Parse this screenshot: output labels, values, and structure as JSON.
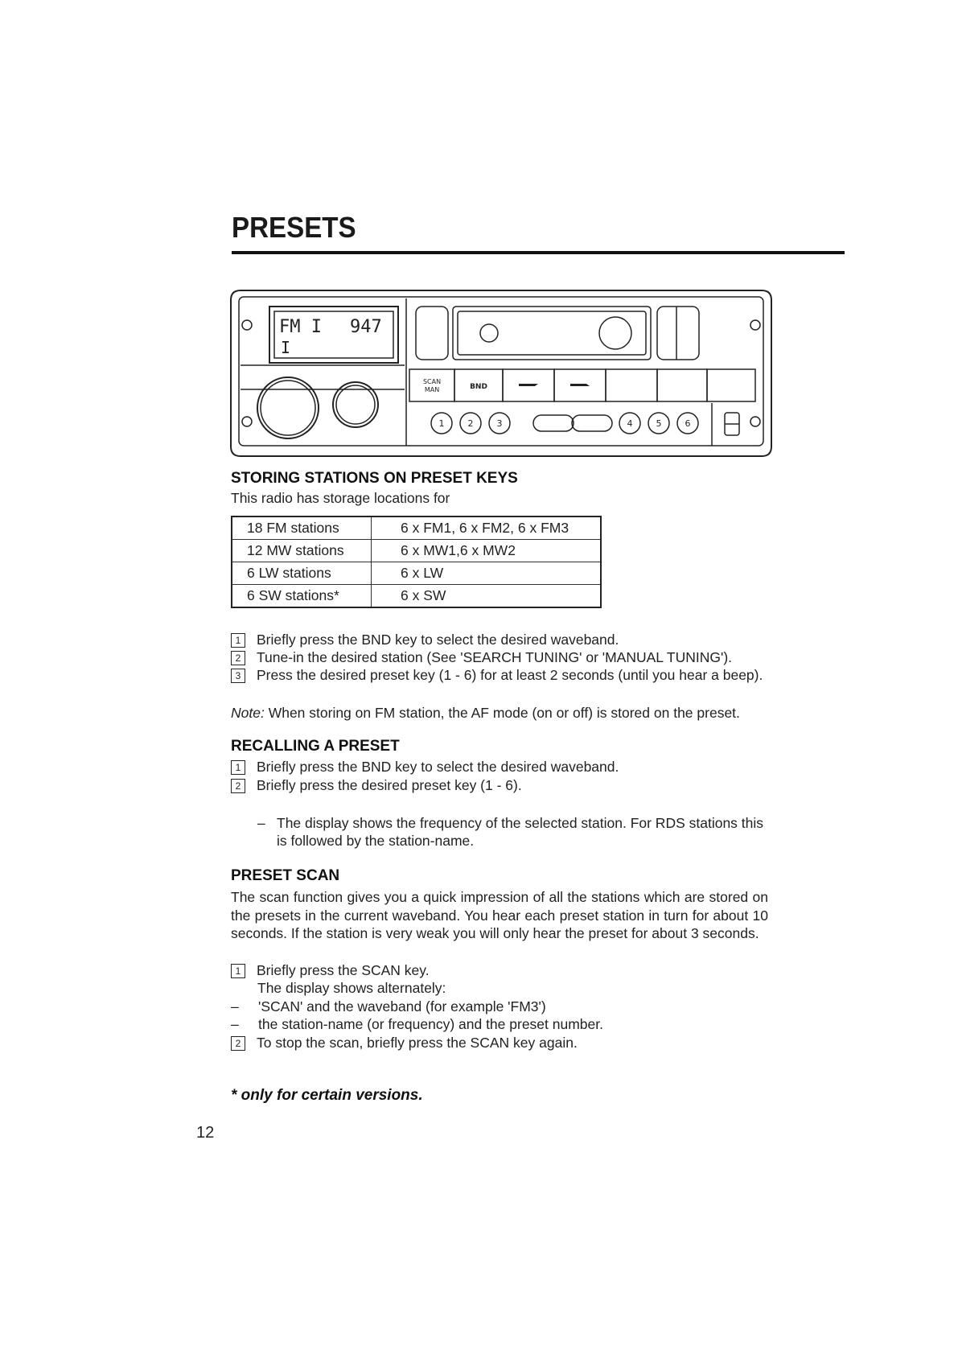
{
  "page": {
    "title": "PRESETS",
    "number": "12"
  },
  "radio": {
    "display_line1": "FM I",
    "display_freq": "947",
    "display_line2": "I",
    "button_scan": "SCAN",
    "button_man": "MAN",
    "button_bnd": "BND",
    "preset_labels": [
      "1",
      "2",
      "3",
      "4",
      "5",
      "6"
    ]
  },
  "storing": {
    "heading": "STORING STATIONS ON PRESET KEYS",
    "intro": "This radio has storage locations for",
    "table": [
      [
        "18 FM stations",
        "6 x FM1,  6 x FM2, 6 x FM3"
      ],
      [
        "12 MW stations",
        "6 x MW1,6 x MW2"
      ],
      [
        "6 LW stations",
        "6 x LW"
      ],
      [
        "6 SW stations*",
        "6 x SW"
      ]
    ],
    "steps": [
      {
        "num": "1",
        "text": "Briefly press the BND key to select the desired waveband."
      },
      {
        "num": "2",
        "text": "Tune-in the desired station (See 'SEARCH TUNING' or 'MANUAL TUNING')."
      },
      {
        "num": "3",
        "text": "Press the desired preset key (1 - 6) for at least 2 seconds (until you hear a beep)."
      }
    ],
    "note_label": "Note:",
    "note_text": " When storing on FM station, the AF mode (on or off) is stored on the preset."
  },
  "recalling": {
    "heading": "RECALLING A PRESET",
    "steps": [
      {
        "num": "1",
        "text": "Briefly press the BND key to select the desired waveband."
      },
      {
        "num": "2",
        "text": "Briefly press the desired preset key (1 - 6)."
      }
    ],
    "result_line1": "The display shows the frequency of the selected station. For RDS stations this",
    "result_line2": "is followed by the station-name."
  },
  "scan": {
    "heading": "PRESET SCAN",
    "body": "The scan function gives you a quick impression of all the stations which are stored on the presets in the current waveband. You hear each preset station in turn for about 10 seconds. If the station is very weak you will only hear the preset for about 3 seconds.",
    "step1": "Briefly press the SCAN key.",
    "step1_sub": "The display shows alternately:",
    "dash1": "'SCAN' and the waveband (for example 'FM3')",
    "dash2": "the station-name (or frequency) and the preset number.",
    "step2": "To stop the scan, briefly press the SCAN key again."
  },
  "footnote": "* only for certain versions."
}
